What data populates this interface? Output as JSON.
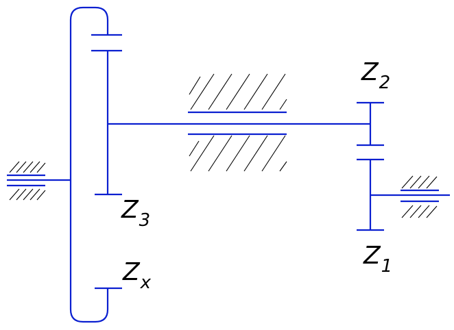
{
  "colors": {
    "line": "#0a1fd0",
    "hatch": "#000000",
    "background": "#ffffff"
  },
  "labels": {
    "z2": {
      "main": "Z",
      "sub": "2"
    },
    "z3": {
      "main": "Z",
      "sub": "3"
    },
    "z1": {
      "main": "Z",
      "sub": "1"
    },
    "zx": {
      "main": "Z",
      "sub": "x"
    }
  }
}
